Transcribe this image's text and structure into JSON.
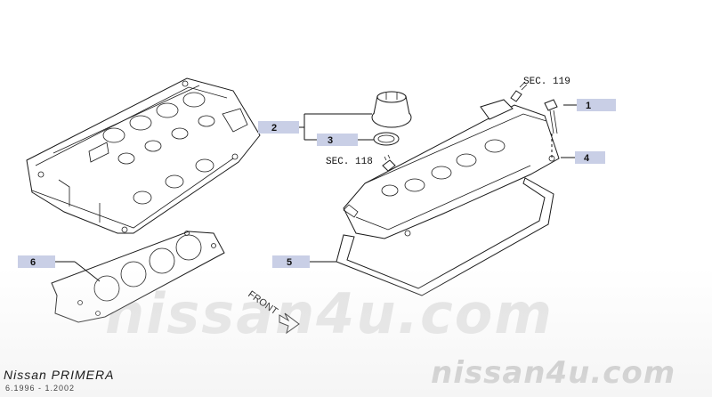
{
  "diagram": {
    "callouts": [
      {
        "id": "1",
        "label": "1"
      },
      {
        "id": "2",
        "label": "2"
      },
      {
        "id": "3",
        "label": "3"
      },
      {
        "id": "4",
        "label": "4"
      },
      {
        "id": "5",
        "label": "5"
      },
      {
        "id": "6",
        "label": "6"
      }
    ],
    "section_refs": [
      {
        "id": "sec-119",
        "label": "SEC. 119"
      },
      {
        "id": "sec-118",
        "label": "SEC. 118"
      }
    ],
    "front_label": "FRONT"
  },
  "branding": {
    "model": "Nissan PRIMERA",
    "date_range": "6.1996 - 1.2002",
    "watermark_large": "nissan4u.com",
    "watermark_small": "nissan4u.com"
  },
  "colors": {
    "callout_box": "#c9cfe6",
    "watermark_large": "#e3e3e3",
    "watermark_small": "#b9b9b9"
  }
}
